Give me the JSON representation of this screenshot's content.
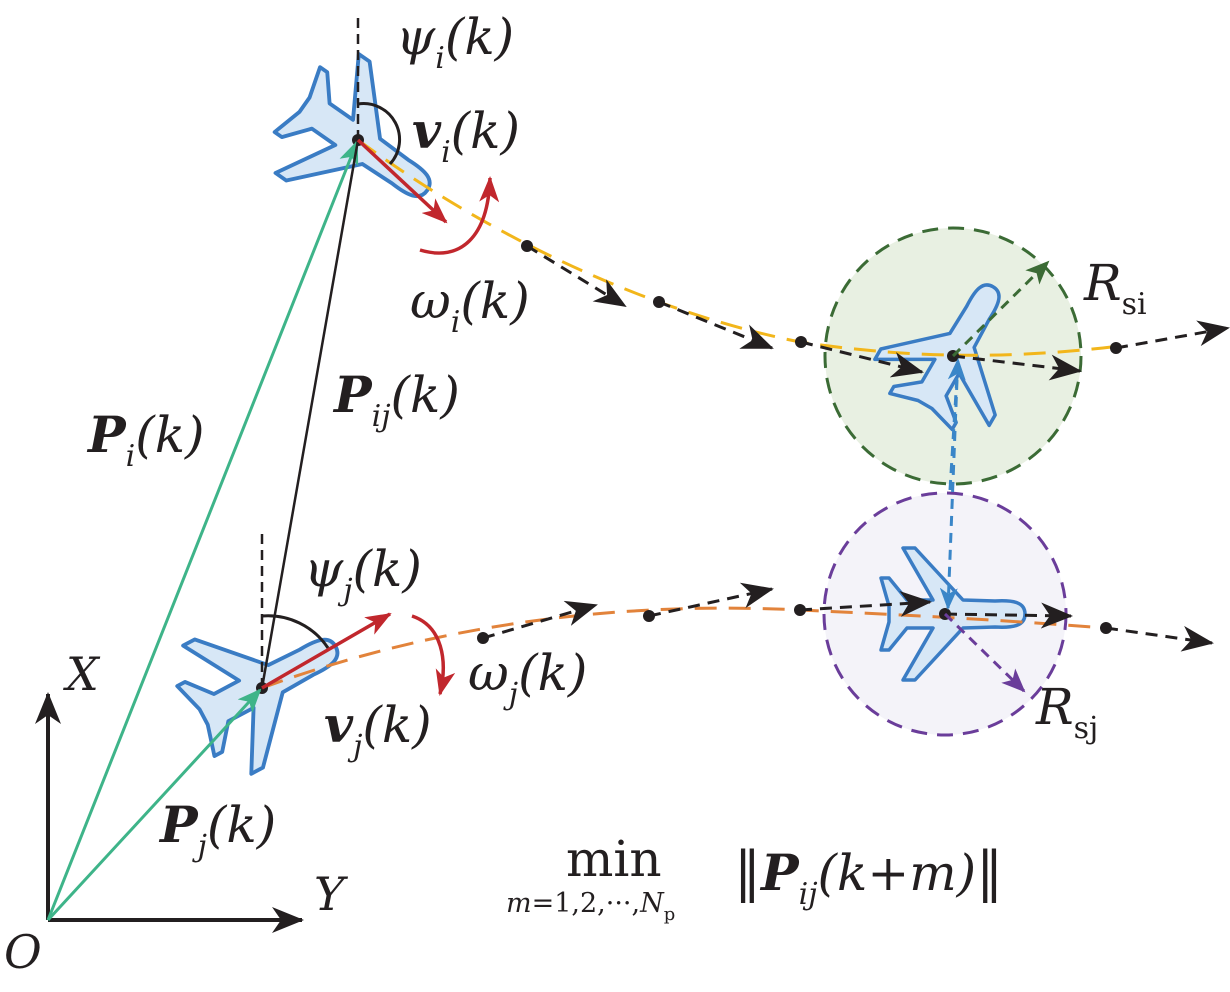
{
  "axes": {
    "origin": "O",
    "x_axis": "X",
    "y_axis": "Y"
  },
  "aircraft_i": {
    "position": {
      "sym": "P",
      "sub": "i",
      "arg": "(k)"
    },
    "heading": {
      "sym": "ψ",
      "sub": "i",
      "arg": "(k)"
    },
    "velocity": {
      "sym": "v",
      "sub": "i",
      "arg": "(k)"
    },
    "turn_rate": {
      "sym": "ω",
      "sub": "i",
      "arg": "(k)"
    },
    "safety_radius": {
      "sym": "R",
      "sub": "si"
    }
  },
  "aircraft_j": {
    "position": {
      "sym": "P",
      "sub": "j",
      "arg": "(k)"
    },
    "heading": {
      "sym": "ψ",
      "sub": "j",
      "arg": "(k)"
    },
    "velocity": {
      "sym": "v",
      "sub": "j",
      "arg": "(k)"
    },
    "turn_rate": {
      "sym": "ω",
      "sub": "j",
      "arg": "(k)"
    },
    "safety_radius": {
      "sym": "R",
      "sub": "sj"
    }
  },
  "relative_position": {
    "sym": "P",
    "sub": "ij",
    "arg": "(k)"
  },
  "objective": {
    "operator": "min",
    "index_a": "m",
    "index_b": "=1,2,···,",
    "index_c": "N",
    "index_d": "p",
    "norm_left": "‖",
    "sym": "P",
    "sub": "ij",
    "arg_a": "(k+",
    "arg_b": "m",
    "arg_c": ")",
    "norm_right": "‖"
  },
  "colors": {
    "ink": "#231f20",
    "position_vector": "#3eb489",
    "velocity_vector": "#c1272d",
    "trajectory_i": "#f2b61b",
    "trajectory_j": "#e2833b",
    "safety_zone_i": "#3b6b35",
    "safety_zone_i_fill": "#e8f0e2",
    "safety_zone_j": "#6a3d9a",
    "safety_zone_j_fill": "#f4f3f9",
    "separation": "#3a86c8",
    "aircraft_fill": "#d7e7f6",
    "aircraft_stroke": "#3a7cc4"
  }
}
